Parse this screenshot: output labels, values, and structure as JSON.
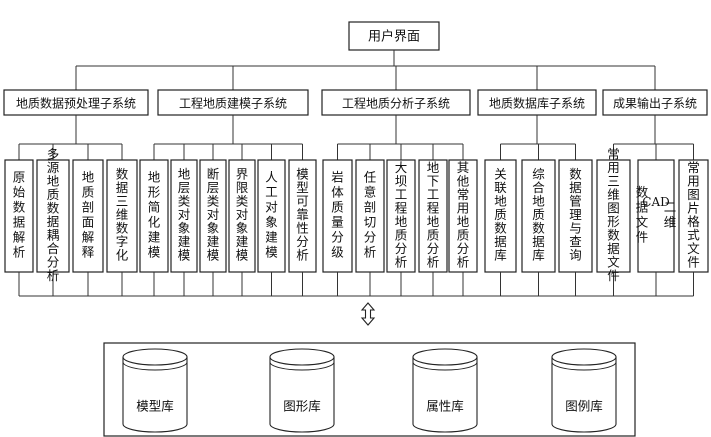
{
  "root": {
    "label": "用户界面"
  },
  "subsystems": [
    {
      "label": "地质数据预处理子系统",
      "modules": [
        {
          "lines": [
            "原始数据解析"
          ]
        },
        {
          "lines": [
            "多源地质数据耦合分析"
          ]
        },
        {
          "lines": [
            "地质剖面解释"
          ]
        },
        {
          "lines": [
            "数据三维数字化"
          ]
        }
      ]
    },
    {
      "label": "工程地质建模子系统",
      "modules": [
        {
          "lines": [
            "地形简化建模"
          ]
        },
        {
          "lines": [
            "地层类对象建模"
          ]
        },
        {
          "lines": [
            "断层类对象建模"
          ]
        },
        {
          "lines": [
            "界限类对象建模"
          ]
        },
        {
          "lines": [
            "人工对象建模"
          ]
        },
        {
          "lines": [
            "模型可靠性分析"
          ]
        }
      ]
    },
    {
      "label": "工程地质分析子系统",
      "modules": [
        {
          "lines": [
            "岩体质量分级"
          ]
        },
        {
          "lines": [
            "任意剖切分析"
          ]
        },
        {
          "lines": [
            "大坝工程地质分析"
          ]
        },
        {
          "lines": [
            "地下工程地质分析"
          ]
        },
        {
          "lines": [
            "其他常用地质分析"
          ]
        }
      ]
    },
    {
      "label": "地质数据库子系统",
      "modules": [
        {
          "lines": [
            "关联地质数据库"
          ]
        },
        {
          "lines": [
            "综合地质数据库"
          ]
        },
        {
          "lines": [
            "数据管理与查询"
          ]
        }
      ]
    },
    {
      "label": "成果输出子系统",
      "modules": [
        {
          "lines": [
            "常用三维图形数据文件"
          ]
        },
        {
          "lines": [
            "二维",
            "CAD",
            "数据文件"
          ]
        },
        {
          "lines": [
            "常用图片格式文件"
          ]
        }
      ]
    }
  ],
  "databases": [
    {
      "label": "模型库"
    },
    {
      "label": "图形库"
    },
    {
      "label": "属性库"
    },
    {
      "label": "图例库"
    }
  ]
}
